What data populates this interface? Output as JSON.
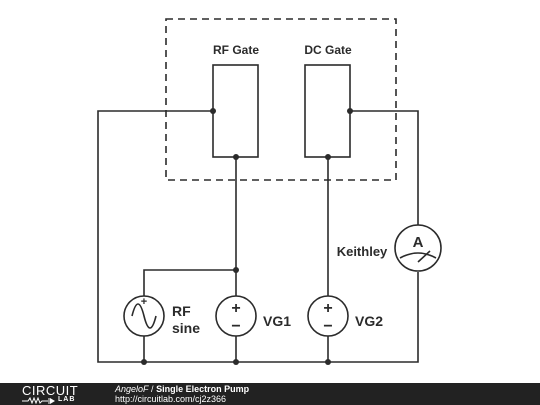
{
  "diagram": {
    "rf_gate_label": "RF Gate",
    "dc_gate_label": "DC Gate",
    "meter_label": "Keithley",
    "meter_symbol": "A",
    "rf_source_label_line1": "RF",
    "rf_source_label_line2": "sine",
    "vg1_label": "VG1",
    "vg2_label": "VG2",
    "plus_symbol": "+",
    "minus_symbol": "−",
    "wire_color": "#2b2b2b"
  },
  "footer": {
    "logo_top": "CIRCUIT",
    "logo_bottom": "LAB",
    "author": "AngeloF",
    "separator": "/",
    "title": "Single Electron Pump",
    "url": "http://circuitlab.com/cj2z366",
    "background": "#222222"
  }
}
